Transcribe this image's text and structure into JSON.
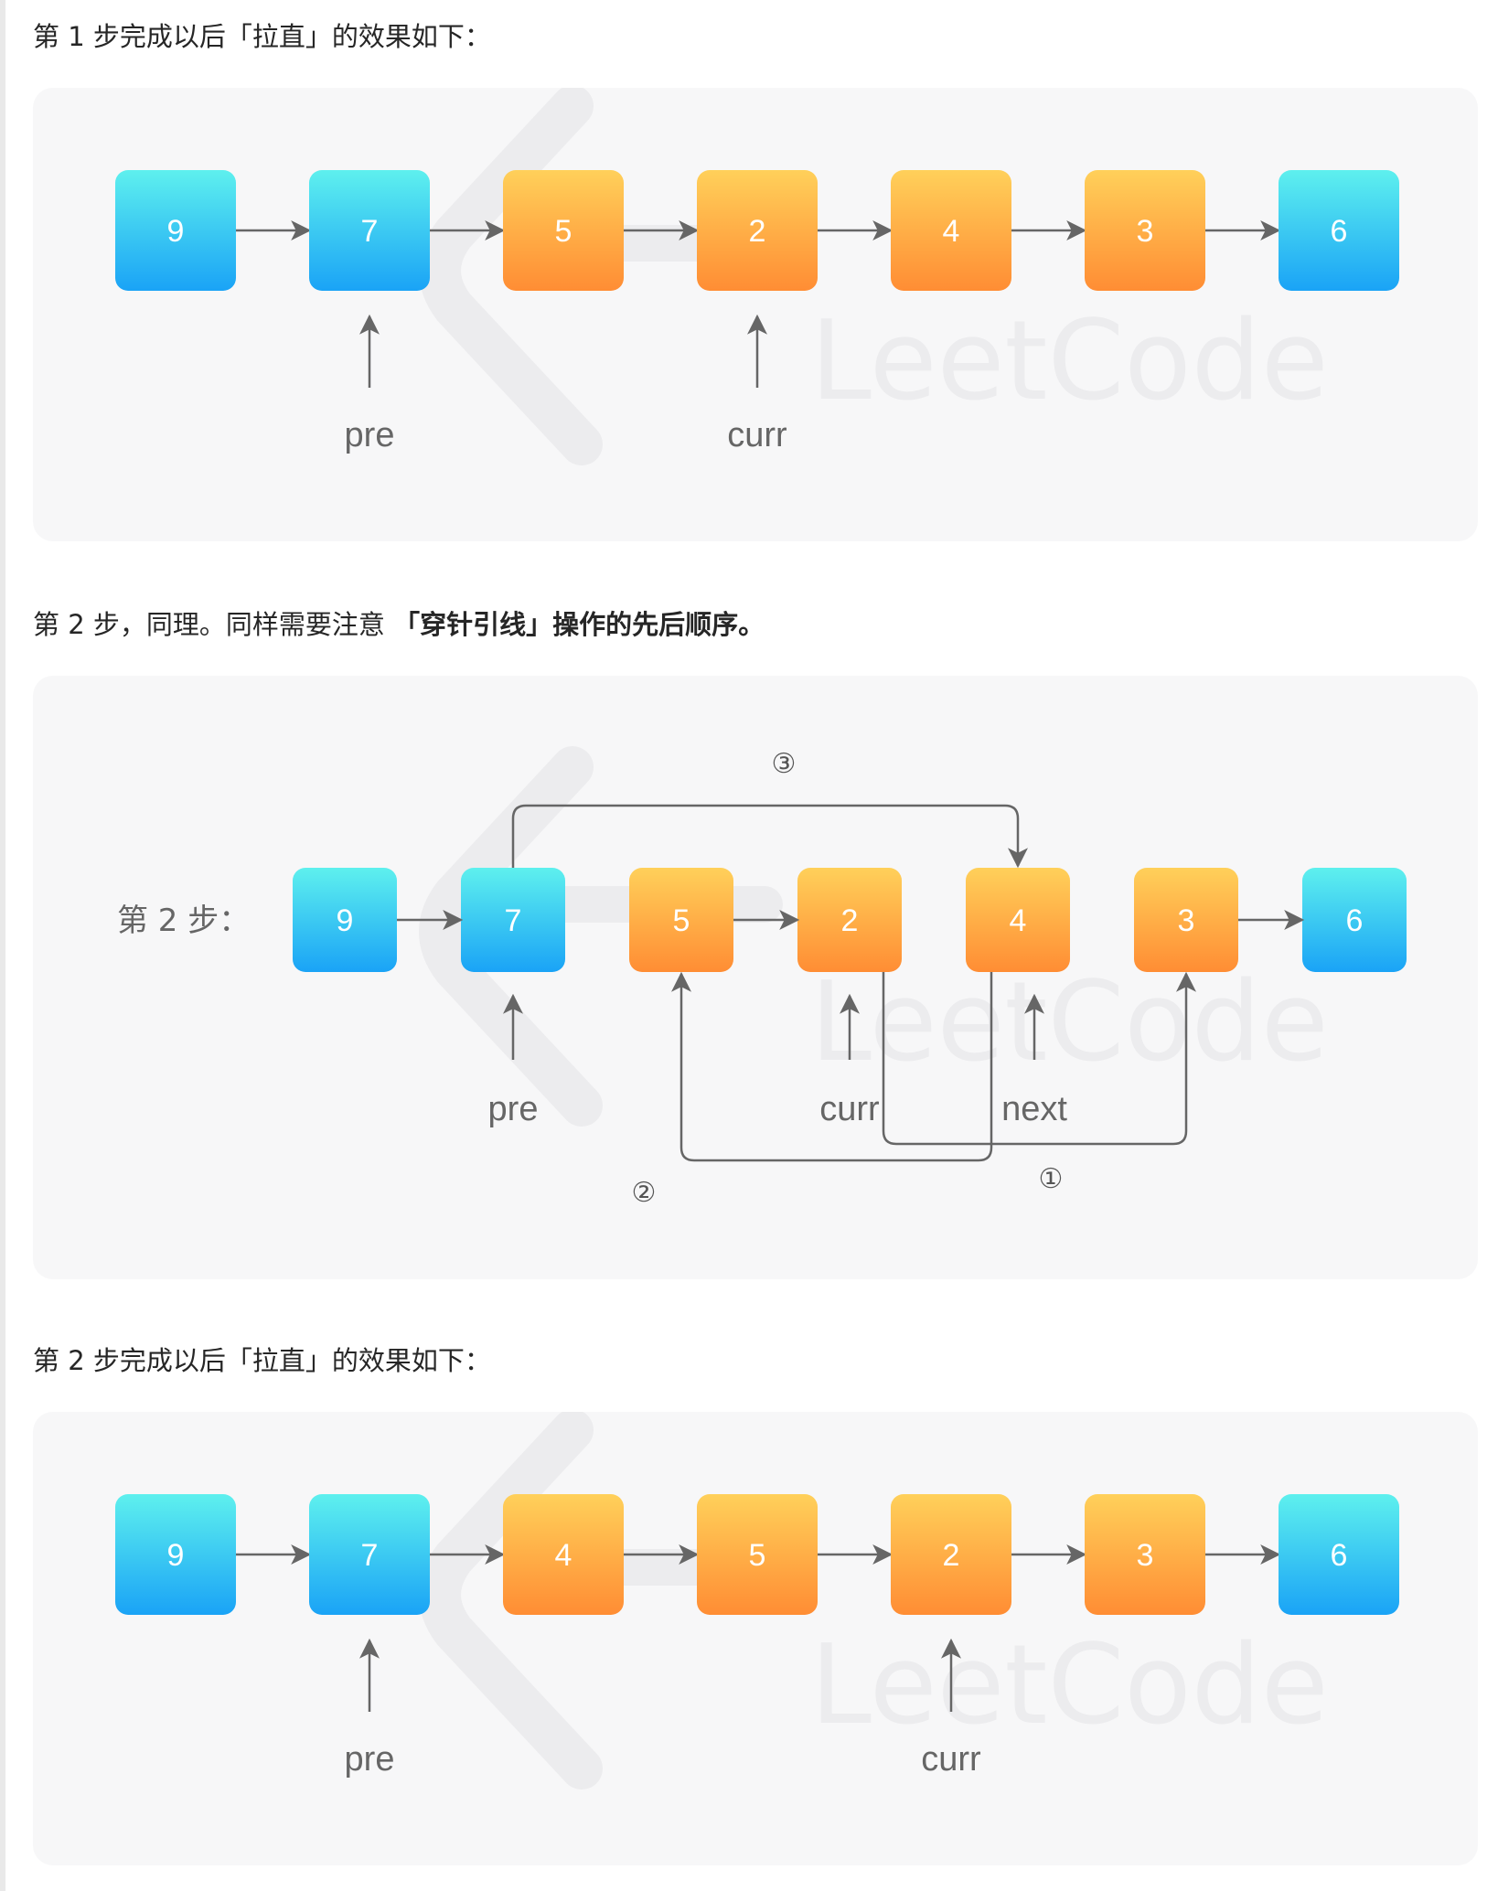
{
  "captions": {
    "step1_after": "第 1 步完成以后「拉直」的效果如下：",
    "step2_intro": "第 2 步，同理。同样需要注意 ",
    "step2_bold": "「穿针引线」操作的先后顺序。",
    "step2_after": "第 2 步完成以后「拉直」的效果如下："
  },
  "watermark": "LeetCode",
  "colors": {
    "blue_top": "#5ef0ee",
    "blue_bottom": "#1aa3f6",
    "orange_top": "#ffd05a",
    "orange_bottom": "#ff8d34",
    "arrow": "#666666",
    "panel": "#f7f7f8"
  },
  "diagram1": {
    "nodes": [
      {
        "label": "9",
        "color": "blue"
      },
      {
        "label": "7",
        "color": "blue"
      },
      {
        "label": "5",
        "color": "orange"
      },
      {
        "label": "2",
        "color": "orange"
      },
      {
        "label": "4",
        "color": "orange"
      },
      {
        "label": "3",
        "color": "orange"
      },
      {
        "label": "6",
        "color": "blue"
      }
    ],
    "pointers": [
      {
        "label": "pre",
        "node_index": 1
      },
      {
        "label": "curr",
        "node_index": 3
      }
    ]
  },
  "diagram2": {
    "step_label": "第 2 步：",
    "nodes": [
      {
        "label": "9",
        "color": "blue"
      },
      {
        "label": "7",
        "color": "blue"
      },
      {
        "label": "5",
        "color": "orange"
      },
      {
        "label": "2",
        "color": "orange"
      },
      {
        "label": "4",
        "color": "orange"
      },
      {
        "label": "3",
        "color": "orange"
      },
      {
        "label": "6",
        "color": "blue"
      }
    ],
    "pointers": [
      {
        "label": "pre",
        "node_index": 1
      },
      {
        "label": "curr",
        "node_index": 3
      },
      {
        "label": "next",
        "node_index": 4
      }
    ],
    "step_numbers": [
      "③",
      "②",
      "①"
    ]
  },
  "diagram3": {
    "nodes": [
      {
        "label": "9",
        "color": "blue"
      },
      {
        "label": "7",
        "color": "blue"
      },
      {
        "label": "4",
        "color": "orange"
      },
      {
        "label": "5",
        "color": "orange"
      },
      {
        "label": "2",
        "color": "orange"
      },
      {
        "label": "3",
        "color": "orange"
      },
      {
        "label": "6",
        "color": "blue"
      }
    ],
    "pointers": [
      {
        "label": "pre",
        "node_index": 1
      },
      {
        "label": "curr",
        "node_index": 4
      }
    ]
  }
}
